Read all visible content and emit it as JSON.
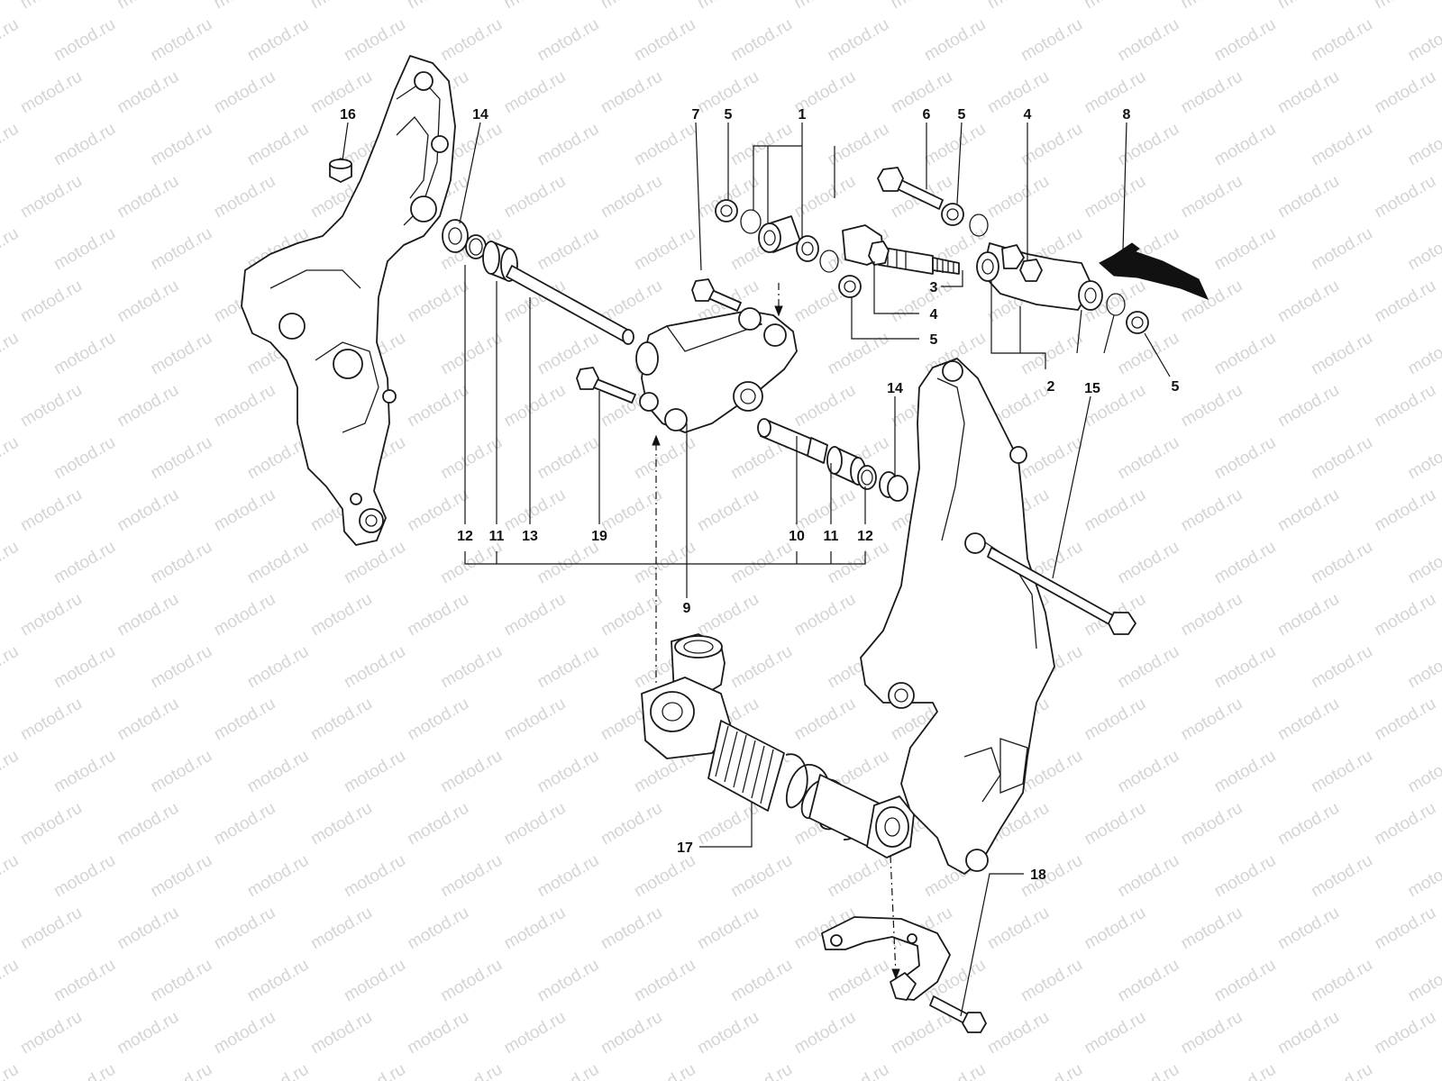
{
  "watermark": "motod.ru",
  "callouts": {
    "p1": "1",
    "p2": "2",
    "p3": "3",
    "p4a": "4",
    "p4b": "4",
    "p5a": "5",
    "p5b": "5",
    "p5c": "5",
    "p5d": "5",
    "p6": "6",
    "p7": "7",
    "p8": "8",
    "p9": "9",
    "p10": "10",
    "p11a": "11",
    "p11b": "11",
    "p12a": "12",
    "p12b": "12",
    "p13": "13",
    "p14a": "14",
    "p14b": "14",
    "p15": "15",
    "p16": "16",
    "p17": "17",
    "p18": "18",
    "p19": "19"
  }
}
